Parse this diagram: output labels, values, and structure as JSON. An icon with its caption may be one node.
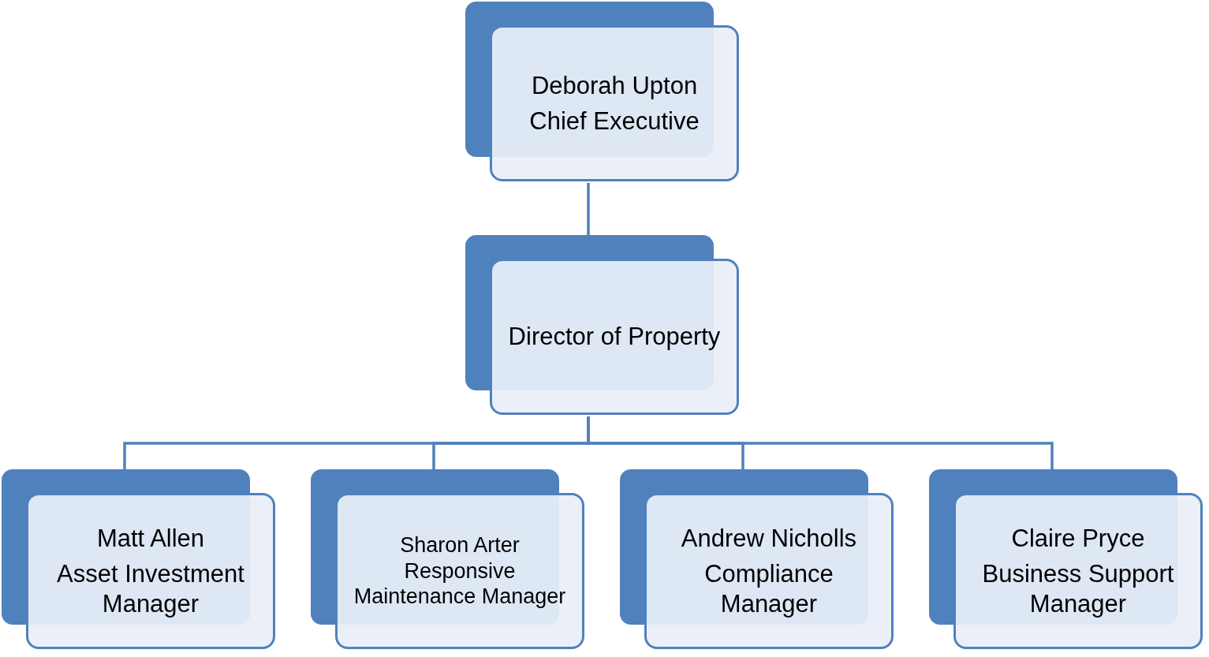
{
  "diagram": {
    "nodes": [
      {
        "text": [
          "Deborah Upton",
          "Chief Executive"
        ]
      },
      {
        "text": [
          "Director of Property"
        ]
      },
      {
        "text": [
          "Matt Allen",
          "Asset Investment Manager"
        ]
      },
      {
        "text": [
          "Sharon Arter",
          "Responsive Maintenance Manager"
        ]
      },
      {
        "text": [
          "Andrew Nicholls",
          "Compliance Manager"
        ]
      },
      {
        "text": [
          "Claire Pryce",
          "Business Support Manager"
        ]
      }
    ],
    "edges": [
      {
        "from": 0,
        "to": 1,
        "arrow": "none"
      },
      {
        "from": 1,
        "to": 2,
        "arrow": "none"
      },
      {
        "from": 1,
        "to": 3,
        "arrow": "none"
      },
      {
        "from": 1,
        "to": 4,
        "arrow": "none"
      },
      {
        "from": 1,
        "to": 5,
        "arrow": "none"
      }
    ]
  }
}
